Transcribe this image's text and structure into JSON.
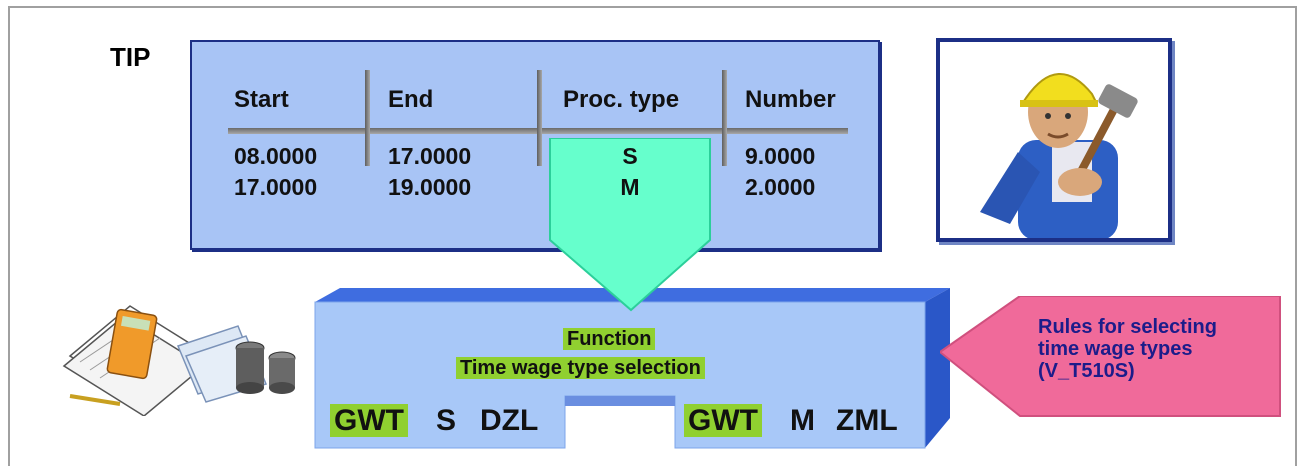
{
  "tip": {
    "label": "TIP",
    "headers": [
      "Start",
      "End",
      "Proc. type",
      "Number"
    ],
    "rows": [
      [
        "08.0000",
        "17.0000",
        "S",
        "9.0000"
      ],
      [
        "17.0000",
        "19.0000",
        "M",
        "2.0000"
      ]
    ]
  },
  "function_block": {
    "title": "Function",
    "subtitle": "Time wage type selection",
    "left_codes": [
      "GWT",
      "S",
      "DZL"
    ],
    "right_codes": [
      "GWT",
      "M",
      "ZML"
    ]
  },
  "callout": {
    "lines": [
      "Rules for selecting",
      "time wage types",
      "(V_T510S)"
    ]
  },
  "colors": {
    "table_fill": "#a8c4f5",
    "border": "#1c2f86",
    "arrow": "#66ffcc",
    "highlight": "#90d030",
    "callout": "#f06a9a"
  }
}
